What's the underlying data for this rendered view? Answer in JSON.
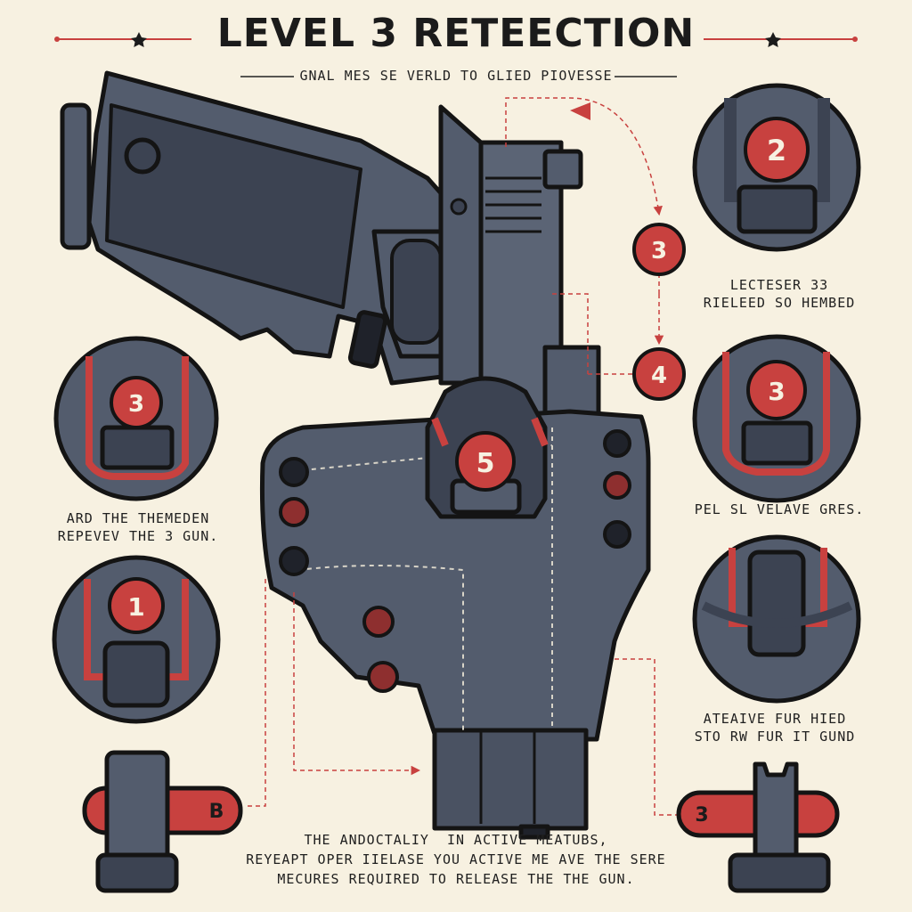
{
  "header": {
    "title": "LEVEL 3 RETEECTION",
    "subtitle": "GNAL MES SE VERLD TO GLIED PIOVESSE"
  },
  "badges": {
    "b1": "1",
    "b2": "2",
    "b3": "3",
    "b3b": "3",
    "b3c": "3",
    "b4": "4",
    "b5": "5",
    "b6": "B",
    "b7": "3"
  },
  "labels": {
    "right_top_line1": "LECTESER 33",
    "right_top_line2": "RIELEED SO HEMBED",
    "left_mid_line1": "ARD THE THEMEDEN",
    "left_mid_line2": "REPEVEV THE 3 GUN.",
    "right_mid": "PEL SL VELAVE GRES.",
    "right_low_line1": "ATEAIVE FUR HIED",
    "right_low_line2": "STO RW FUR IT GUND"
  },
  "footer": {
    "line1": "THE ANDOCTALIY  IN ACTIVE MEATUBS,",
    "line2": "REYEAPT OPER IIELASE YOU ACTIVE ME AVE THE SERE",
    "line3": "MECURES REQUIRED TO RELEASE THE THE GUN."
  },
  "colors": {
    "accent": "#c8413f",
    "body": "#535c6d",
    "dark": "#3c4352",
    "outline": "#141414",
    "background": "#f7f1e1"
  },
  "icons": [
    "star-icon",
    "pistol-icon",
    "holster-icon",
    "retention-hood-icon",
    "belt-clip-icon",
    "arrow-icon"
  ]
}
